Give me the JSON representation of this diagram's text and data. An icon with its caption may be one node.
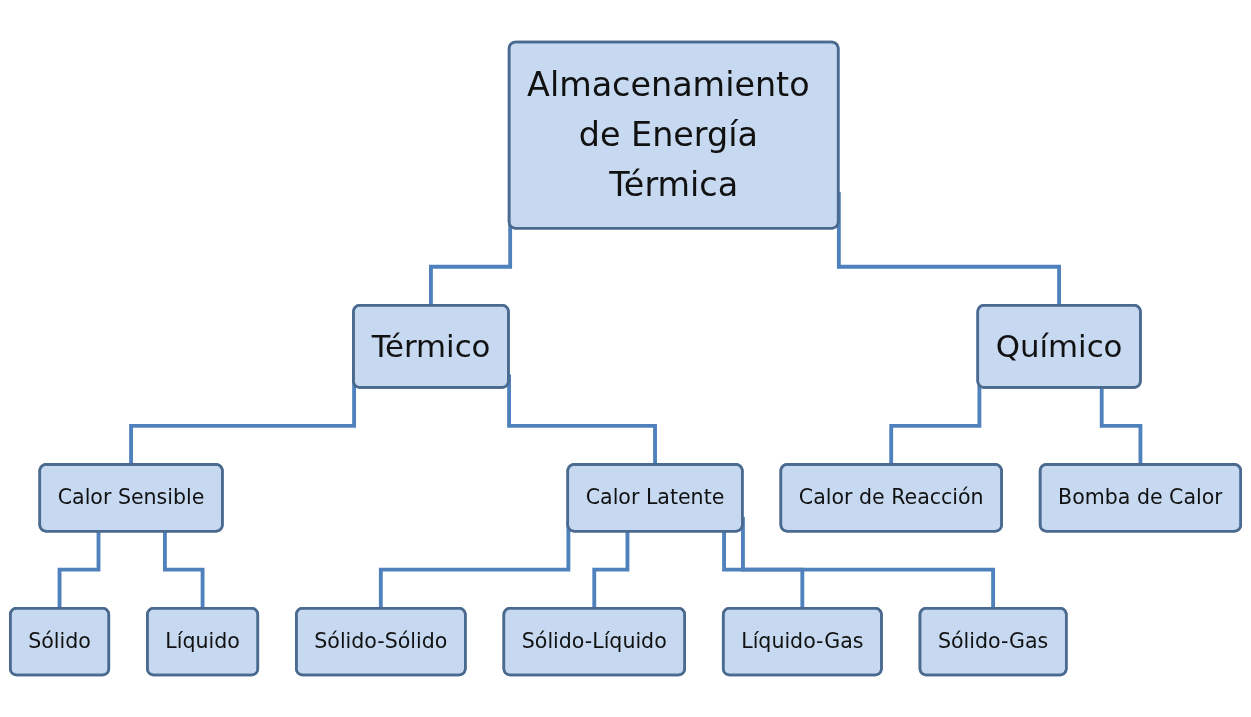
{
  "diagram": {
    "nodes": [
      {
        "text": [
          "Almacenamiento de Energía Térmica"
        ]
      },
      {
        "text": [
          "Térmico"
        ]
      },
      {
        "text": [
          "Químico"
        ]
      },
      {
        "text": [
          "Calor Sensible"
        ]
      },
      {
        "text": [
          "Calor Latente"
        ]
      },
      {
        "text": [
          "Calor de Reacción"
        ]
      },
      {
        "text": [
          "Bomba de Calor"
        ]
      },
      {
        "text": [
          "Sólido"
        ]
      },
      {
        "text": [
          "Líquido"
        ]
      },
      {
        "text": [
          "Sólido-Sólido"
        ]
      },
      {
        "text": [
          "Sólido-Líquido"
        ]
      },
      {
        "text": [
          "Líquido-Gas"
        ]
      },
      {
        "text": [
          "Sólido-Gas"
        ]
      }
    ],
    "edges": [
      {
        "from": 0,
        "to": 1,
        "arrow": "none"
      },
      {
        "from": 0,
        "to": 2,
        "arrow": "none"
      },
      {
        "from": 1,
        "to": 3,
        "arrow": "none"
      },
      {
        "from": 1,
        "to": 4,
        "arrow": "none"
      },
      {
        "from": 2,
        "to": 5,
        "arrow": "none"
      },
      {
        "from": 2,
        "to": 6,
        "arrow": "none"
      },
      {
        "from": 3,
        "to": 7,
        "arrow": "none"
      },
      {
        "from": 3,
        "to": 8,
        "arrow": "none"
      },
      {
        "from": 4,
        "to": 9,
        "arrow": "none"
      },
      {
        "from": 4,
        "to": 10,
        "arrow": "none"
      },
      {
        "from": 4,
        "to": 11,
        "arrow": "none"
      },
      {
        "from": 4,
        "to": 12,
        "arrow": "none"
      }
    ]
  }
}
